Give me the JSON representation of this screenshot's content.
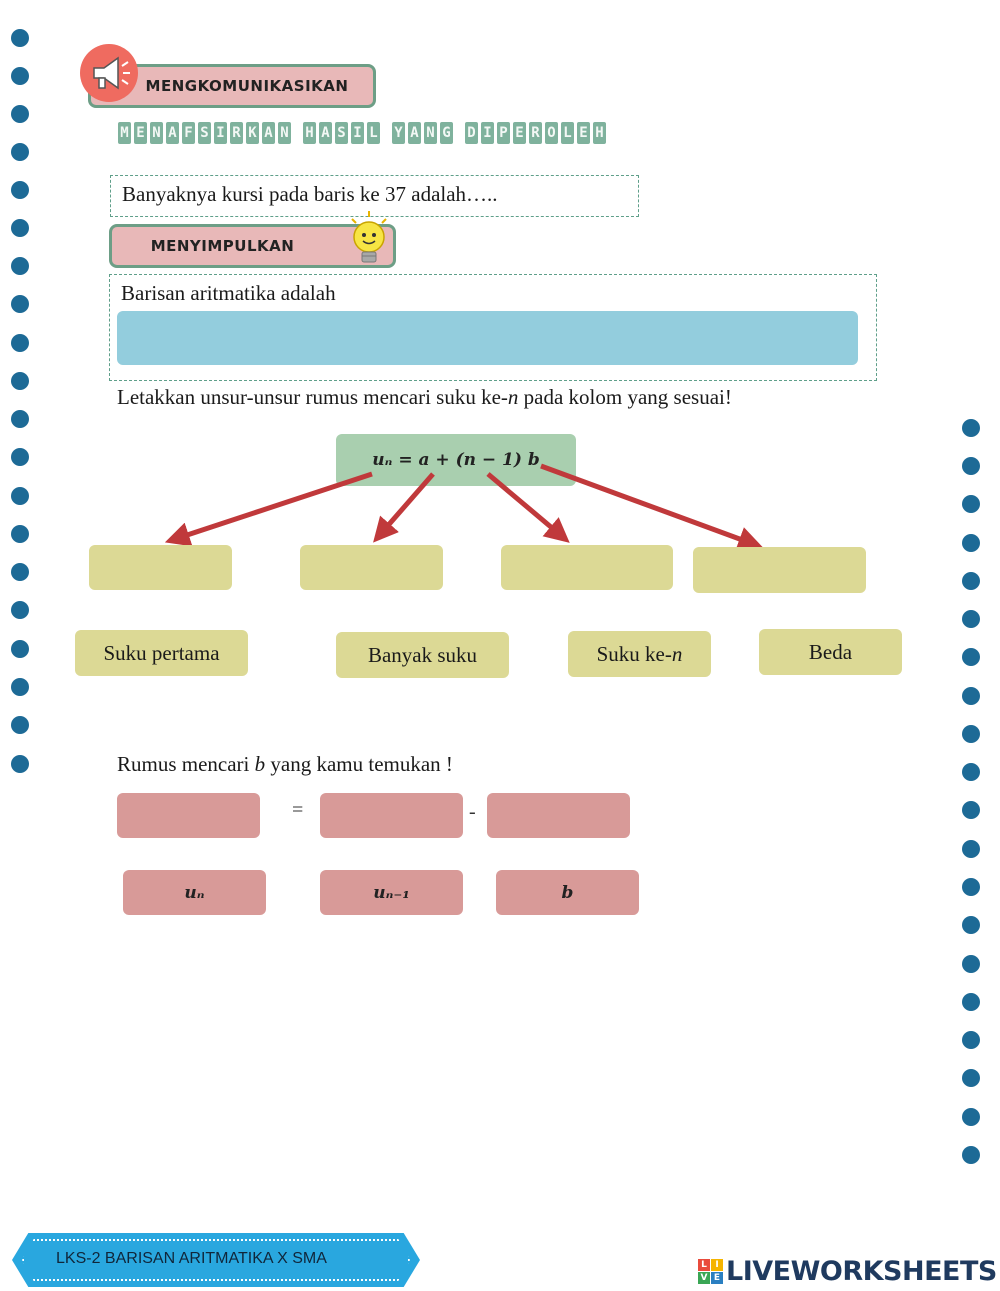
{
  "header": {
    "communicate_label": "MENGKOMUNIKASIKAN",
    "subtitle": "MENAFSIRKAN HASIL YANG DIPEROLEH",
    "conclude_label": "MENYIMPULKAN"
  },
  "question": {
    "text": "Banyaknya kursi pada baris ke 37 adalah….."
  },
  "conclusion": {
    "prompt": "Barisan aritmatika adalah",
    "answer_value": ""
  },
  "instruction": {
    "prefix": "Letakkan unsur-unsur rumus mencari suku ke-",
    "var": "n",
    "suffix": " pada kolom yang sesuai!"
  },
  "formula": {
    "text": "uₙ =  a + (n − 1) b"
  },
  "labels": {
    "first_term": "Suku pertama",
    "num_terms": "Banyak suku",
    "nth_term_prefix": "Suku ke-",
    "nth_term_var": "n",
    "difference": "Beda"
  },
  "rule_b": {
    "prefix": "Rumus mencari ",
    "var": "b",
    "suffix": " yang kamu temukan !",
    "equals": "=",
    "minus": "-",
    "options": [
      "uₙ",
      "uₙ₋₁",
      "b"
    ]
  },
  "footer": {
    "text": "LKS-2 BARISAN ARITMATIKA X SMA",
    "logo_text": "LIVEWORKSHEETS",
    "logo_letters": [
      "L",
      "I",
      "V",
      "E"
    ]
  },
  "colors": {
    "dot": "#1d6a96",
    "badge_bg": "#e8b8b8",
    "badge_border": "#6d9e86",
    "answer_bg": "#93cddd",
    "formula_bg": "#a9cfaf",
    "label_bg": "#dcd995",
    "pink_bg": "#d89a98",
    "arrow": "#c0393b",
    "footer_bg": "#29a7df"
  }
}
